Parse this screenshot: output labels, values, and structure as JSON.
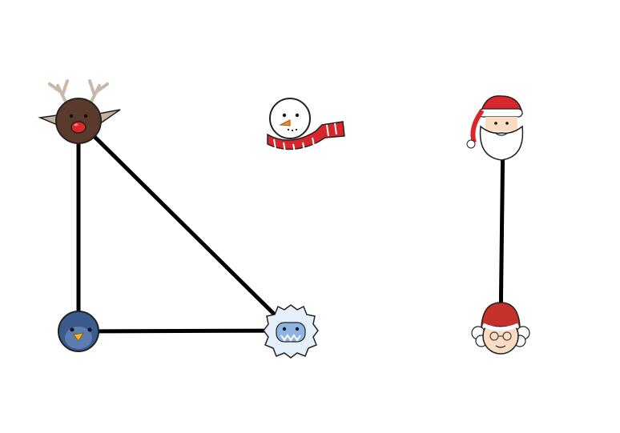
{
  "graph": {
    "nodes": [
      {
        "id": "reindeer",
        "icon": "reindeer-icon"
      },
      {
        "id": "snowman",
        "icon": "snowman-icon"
      },
      {
        "id": "santa",
        "icon": "santa-icon"
      },
      {
        "id": "penguin",
        "icon": "penguin-icon"
      },
      {
        "id": "yeti",
        "icon": "yeti-icon"
      },
      {
        "id": "mrs-claus",
        "icon": "mrs-claus-icon"
      }
    ],
    "edges": [
      {
        "from": "reindeer",
        "to": "penguin"
      },
      {
        "from": "reindeer",
        "to": "yeti"
      },
      {
        "from": "penguin",
        "to": "yeti"
      },
      {
        "from": "santa",
        "to": "mrs-claus"
      }
    ],
    "edge_color": "#000000"
  },
  "colors": {
    "reindeer_fur": "#5b3a2e",
    "reindeer_nose": "#e0262b",
    "antler": "#c8b8a8",
    "snowman_scarf": "#d9262b",
    "snowman_nose": "#f08a24",
    "santa_hat": "#d9262b",
    "santa_beard": "#ffffff",
    "skin": "#f9dcc2",
    "penguin_body": "#3c5a8c",
    "penguin_beak": "#f2b233",
    "yeti_fur": "#e6f0fb",
    "yeti_face": "#8fb3e2",
    "mrs_claus_hat": "#c4302b",
    "mrs_claus_hair": "#ffffff"
  }
}
